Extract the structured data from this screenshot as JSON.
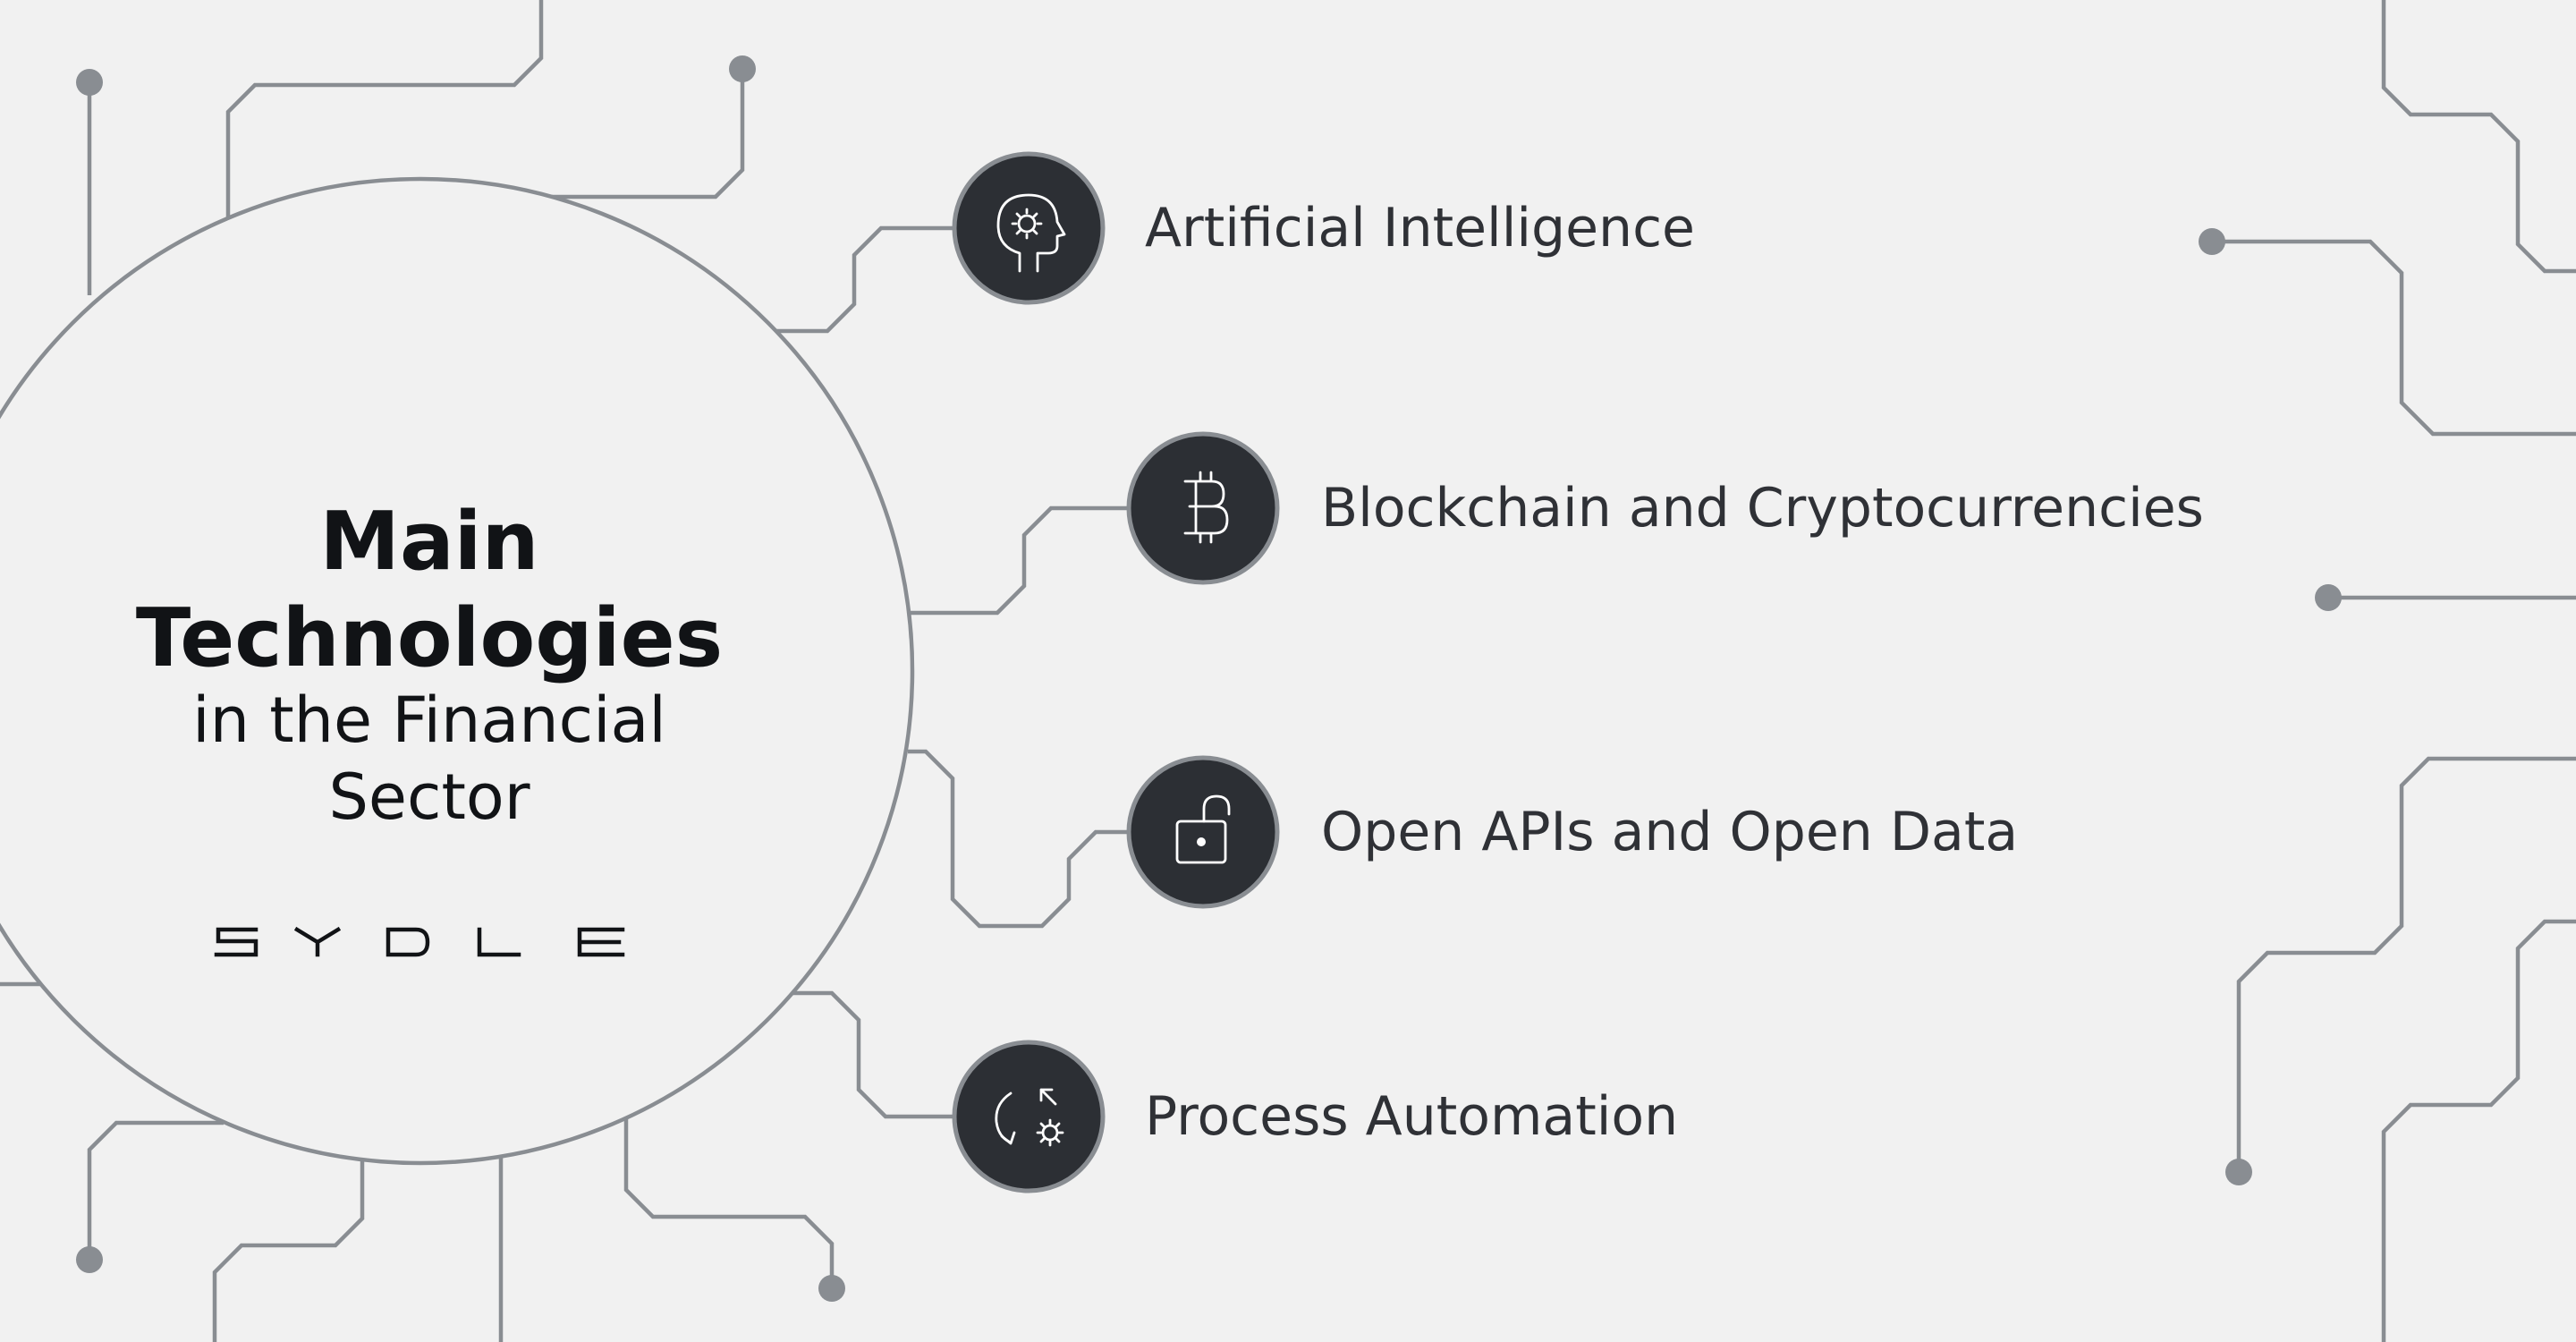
{
  "title": {
    "main_line1": "Main",
    "main_line2": "Technologies",
    "sub_line1": "in the Financial",
    "sub_line2": "Sector"
  },
  "brand": {
    "logo_text": "SYDLE"
  },
  "items": [
    {
      "label": "Artificial Intelligence",
      "icon": "ai-head-gear-icon"
    },
    {
      "label": "Blockchain and Cryptocurrencies",
      "icon": "bitcoin-icon"
    },
    {
      "label": "Open APIs and Open Data",
      "icon": "unlocked-padlock-icon"
    },
    {
      "label": "Process Automation",
      "icon": "automation-cycle-gear-icon"
    }
  ],
  "colors": {
    "background": "#f1f1f1",
    "trace": "#898d92",
    "node_fill": "#2c2f34",
    "text": "#2f3136",
    "title": "#111316"
  }
}
